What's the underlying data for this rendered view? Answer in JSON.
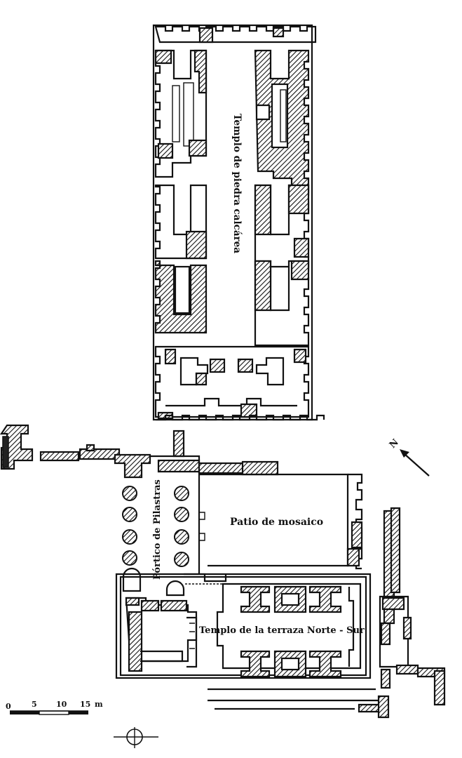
{
  "labels": {
    "limestone_temple": "Templo de piedra calcárea",
    "pilaster_portico": "Pórtico de Pilastras",
    "mosaic_court": "Patio de mosaico",
    "terrace_temple": "Templo de la terraza Norte - Sur"
  },
  "north": {
    "letter": "N"
  },
  "scale": {
    "ticks": [
      "0",
      "5",
      "10",
      "15"
    ],
    "unit": "m"
  }
}
